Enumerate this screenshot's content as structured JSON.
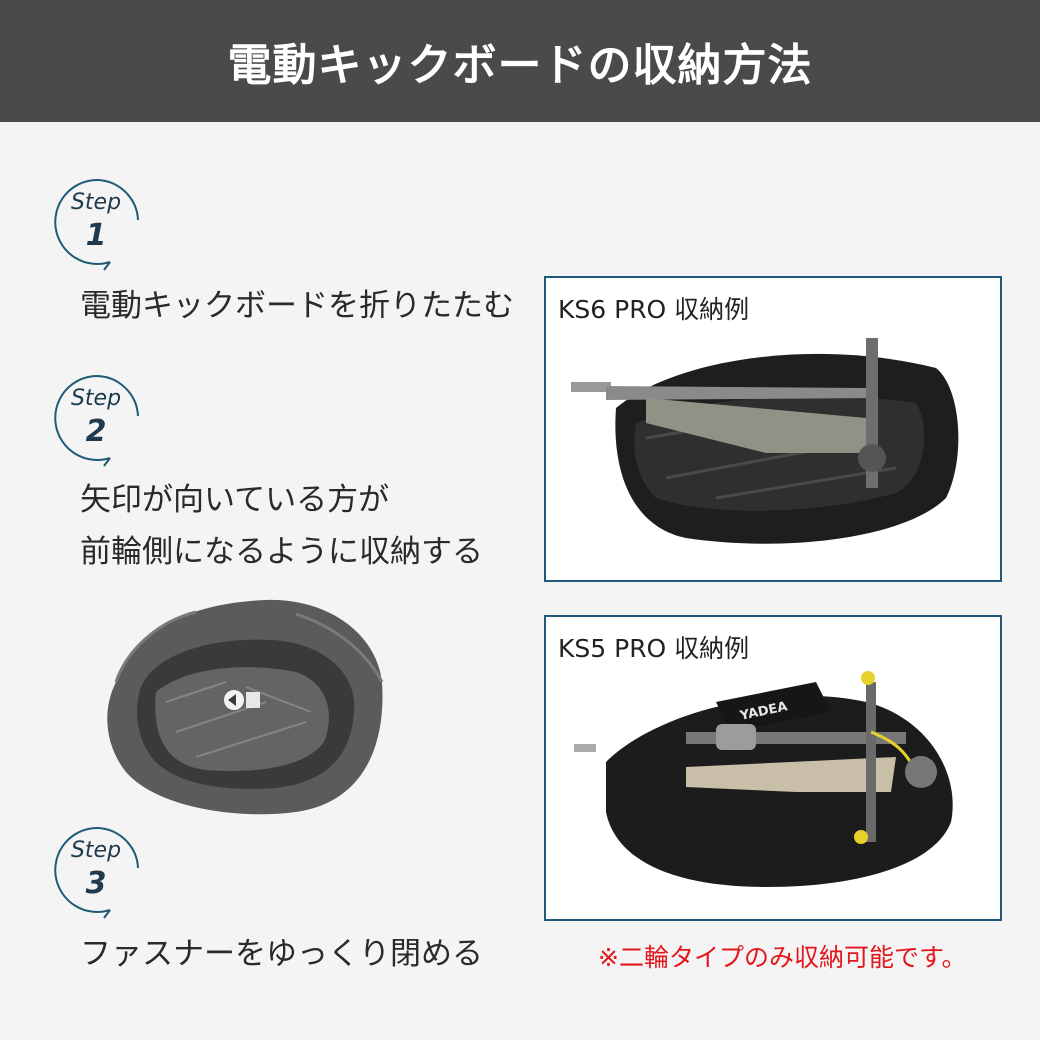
{
  "header": {
    "title": "電動キックボードの収納方法"
  },
  "steps": [
    {
      "word": "Step",
      "number": "1",
      "text": "電動キックボードを折りたたむ"
    },
    {
      "word": "Step",
      "number": "2",
      "text_line1": "矢印が向いている方が",
      "text_line2": "前輪側になるように収納する"
    },
    {
      "word": "Step",
      "number": "3",
      "text": "ファスナーをゆっくり閉める"
    }
  ],
  "examples": [
    {
      "label": "KS6 PRO 収納例",
      "image": "scooter-in-bag-photo"
    },
    {
      "label": "KS5 PRO 収納例",
      "image": "scooter-in-bag-photo",
      "bag_brand": "YADEA"
    }
  ],
  "bag_photo": {
    "image": "open-storage-bag-photo"
  },
  "note": "※二輪タイプのみ収納可能です。",
  "colors": {
    "header_bg": "#4a4a4a",
    "accent": "#1f5a7a",
    "note": "#e3161c",
    "page_bg": "#f4f4f4"
  }
}
